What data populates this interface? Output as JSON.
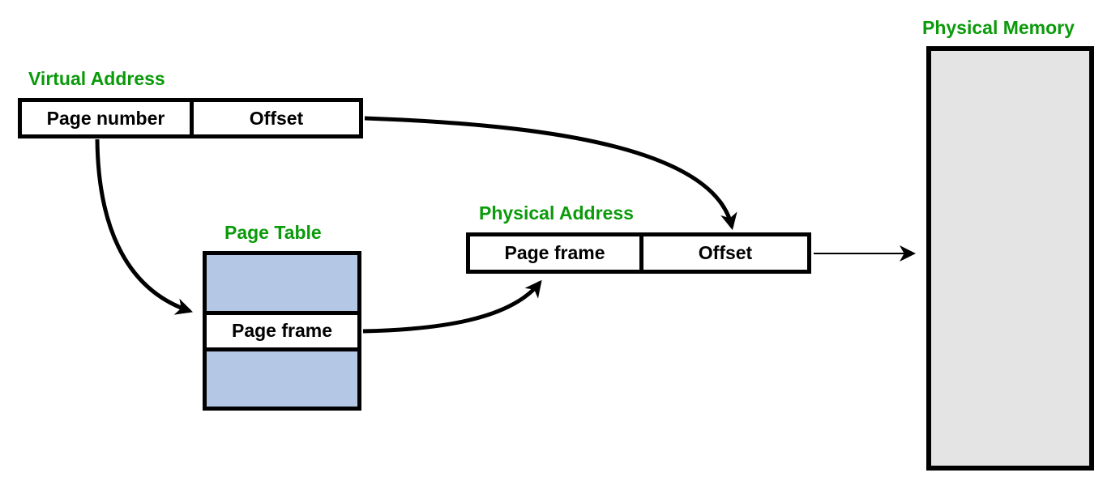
{
  "diagram": {
    "virtual_address": {
      "label": "Virtual Address",
      "cells": [
        "Page number",
        "Offset"
      ]
    },
    "page_table": {
      "label": "Page Table",
      "entry": "Page frame"
    },
    "physical_address": {
      "label": "Physical Address",
      "cells": [
        "Page frame",
        "Offset"
      ]
    },
    "physical_memory": {
      "label": "Physical Memory"
    },
    "colors": {
      "label_green": "#0a9a0a",
      "table_blue": "#b4c7e4",
      "memory_gray": "#e4e4e4",
      "line_black": "#000000"
    }
  }
}
